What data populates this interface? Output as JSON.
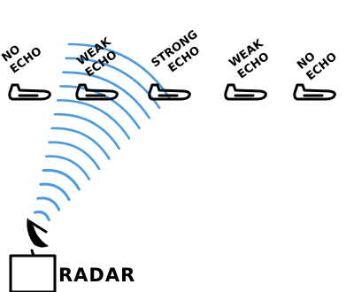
{
  "colors": {
    "beam": "#4a9be0",
    "ink": "#000000",
    "background": "#ffffff"
  },
  "radar": {
    "label": "RADAR"
  },
  "aircraft": [
    {
      "line1": "NO",
      "line2": "ECHO"
    },
    {
      "line1": "WEAK",
      "line2": "ECHO"
    },
    {
      "line1": "STRONG",
      "line2": "ECHO"
    },
    {
      "line1": "WEAK",
      "line2": "ECHO"
    },
    {
      "line1": "NO",
      "line2": "ECHO"
    }
  ]
}
